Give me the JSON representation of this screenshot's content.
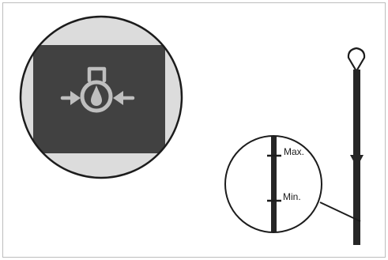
{
  "diagram": {
    "title": "",
    "warning_icon": {
      "icon": "oil-pressure-warning-icon"
    },
    "dipstick": {
      "marks": [
        {
          "key": "max",
          "label": "Max."
        },
        {
          "key": "min",
          "label": "Min."
        }
      ]
    },
    "colors": {
      "frame": "#bdbdbd",
      "panel_dark": "#414141",
      "panel_light": "#dcdcdc",
      "icon_gray": "#bfbfbf",
      "stick": "#262626"
    }
  }
}
